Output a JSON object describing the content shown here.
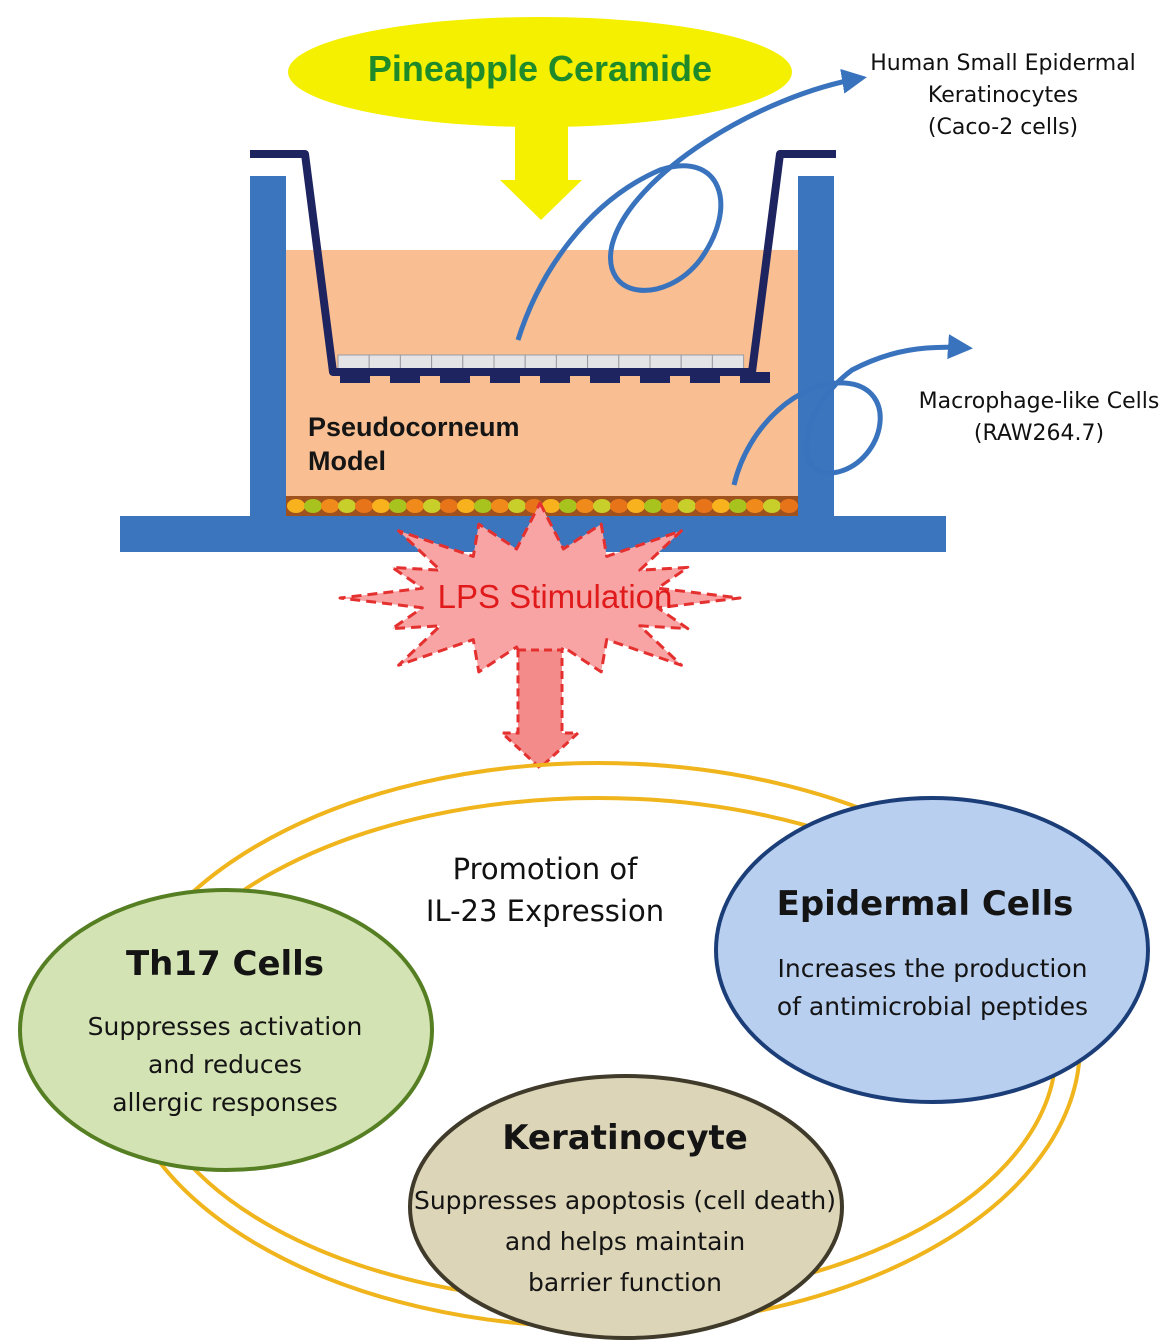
{
  "title": "Pineapple Ceramide",
  "labels": {
    "top_cells": [
      "Human Small Epidermal",
      "Keratinocytes",
      "(Caco-2 cells)"
    ],
    "bottom_cells": [
      "Macrophage-like Cells",
      "(RAW264.7)"
    ],
    "model": [
      "Pseudocorneum",
      "Model"
    ],
    "stimulation": "LPS Stimulation",
    "center": [
      "Promotion of",
      "IL-23 Expression"
    ]
  },
  "circles": {
    "th17": {
      "title": "Th17 Cells",
      "body": [
        "Suppresses activation",
        "and reduces",
        "allergic responses"
      ]
    },
    "epidermal": {
      "title": "Epidermal Cells",
      "body": [
        "Increases the production",
        "of antimicrobial peptides"
      ]
    },
    "keratinocyte": {
      "title": "Keratinocyte",
      "body": [
        "Suppresses apoptosis (cell death)",
        "and helps maintain",
        "barrier function"
      ]
    }
  },
  "colors": {
    "title_ellipse": "#f5f000",
    "title_text": "#1f8a2a",
    "arrow_yellow": "#f5f000",
    "well_blue": "#3b75bd",
    "insert_navy": "#1e2460",
    "medium": "#f9bf92",
    "burst_fill": "#f9a4a4",
    "burst_stroke": "#e53030",
    "orbit": "#f0b41c",
    "th17_fill": "#d4e3b4",
    "th17_stroke": "#557f22",
    "epi_fill": "#b8cff0",
    "epi_stroke": "#1b3e78",
    "ker_fill": "#ddd5b8",
    "ker_stroke": "#3f3a2a"
  },
  "icons": [
    "down-arrow-icon",
    "curved-arrow-icon",
    "burst-icon",
    "cell-layer-icon"
  ]
}
